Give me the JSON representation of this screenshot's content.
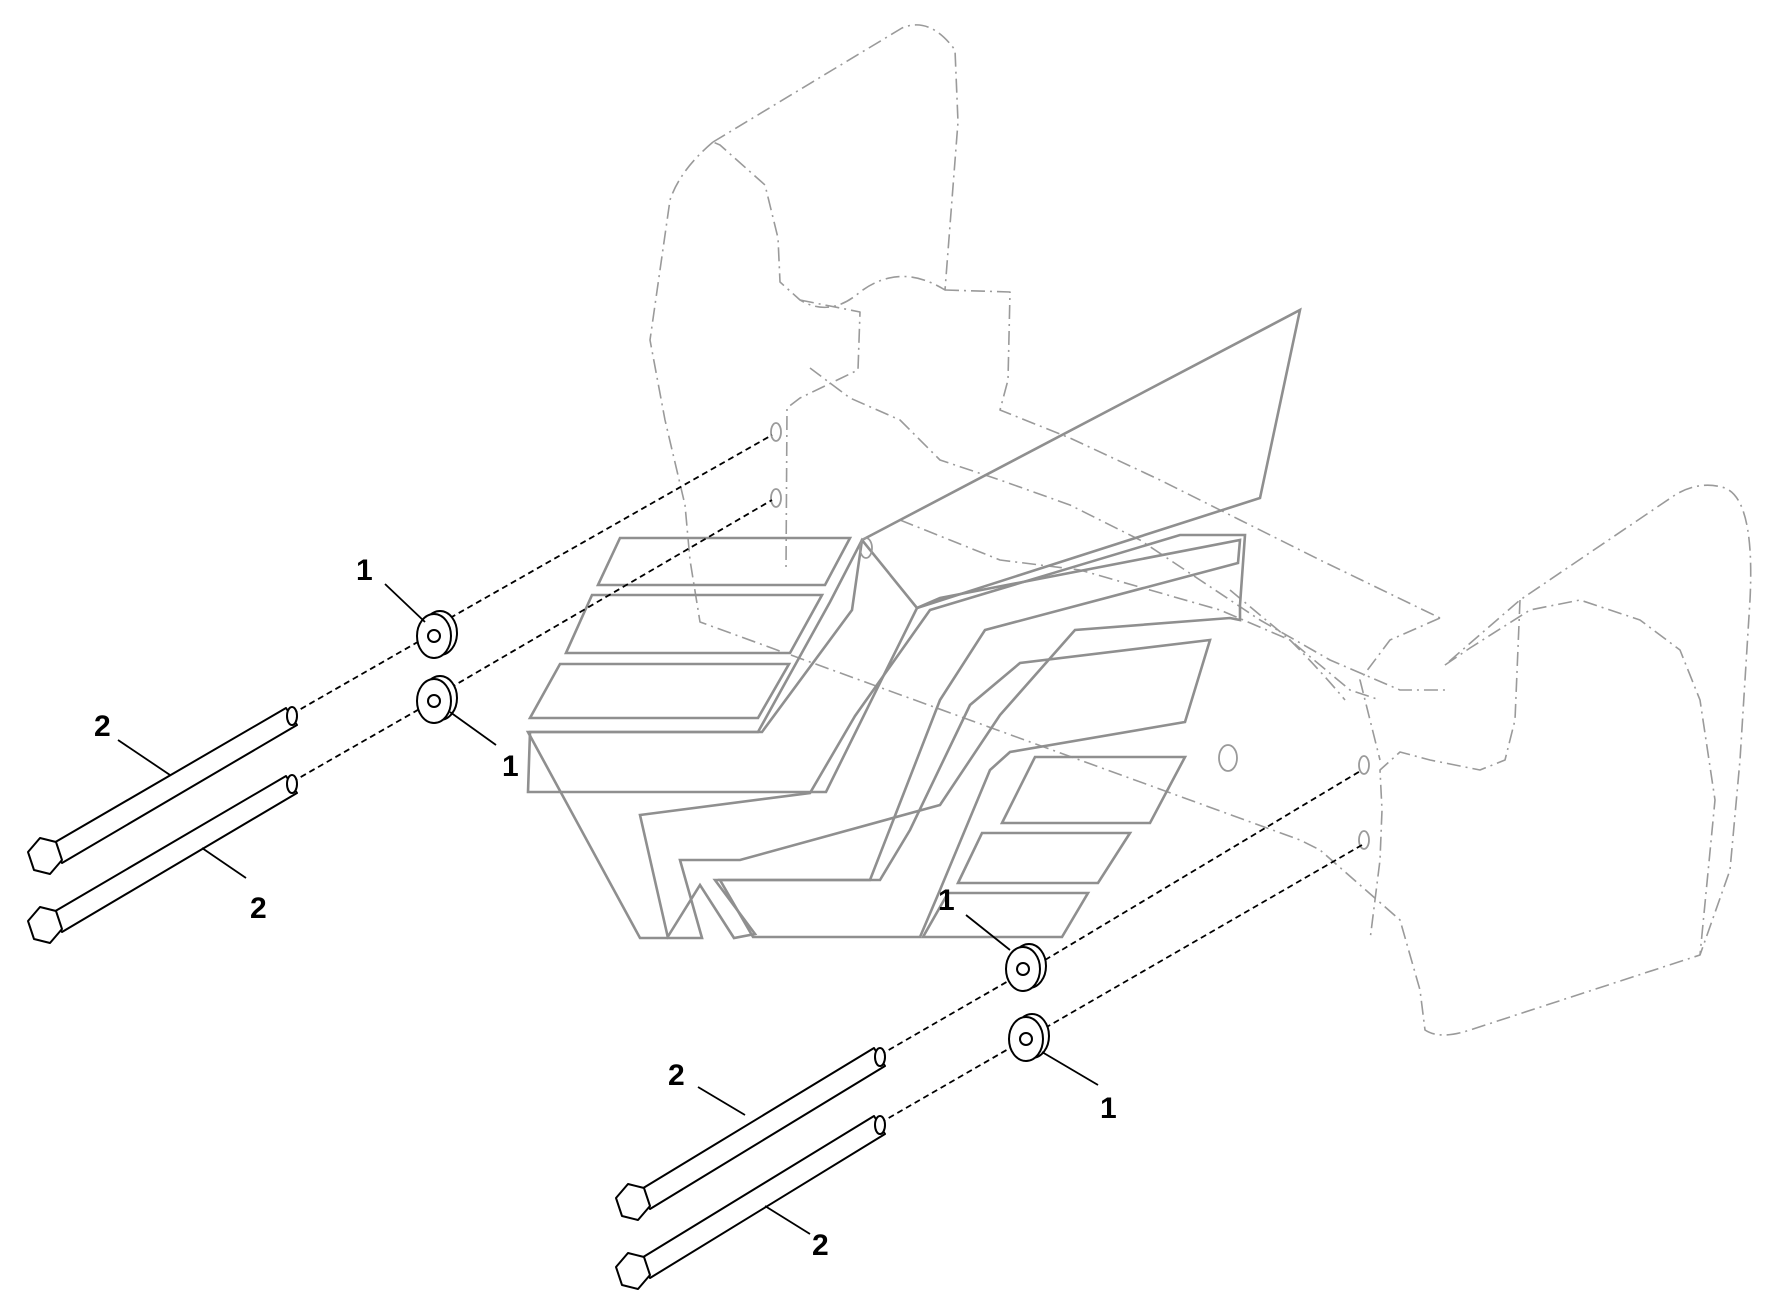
{
  "callouts": {
    "washer_top_left": "1",
    "washer_second_left": "1",
    "washer_top_right": "1",
    "washer_second_right": "1",
    "bolt_top_left": "2",
    "bolt_second_left": "2",
    "bolt_top_right": "2",
    "bolt_second_right": "2"
  },
  "parts": [
    {
      "item": "1",
      "kind": "washer",
      "quantity_shown": 4
    },
    {
      "item": "2",
      "kind": "hex-bolt",
      "quantity_shown": 4
    }
  ]
}
